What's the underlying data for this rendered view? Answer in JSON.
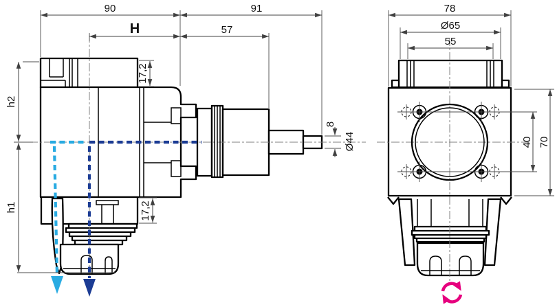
{
  "drawing": {
    "front_view": {
      "dims": {
        "width_body": "90",
        "width_spindle": "91",
        "gauge": "H",
        "spindle_nose_length": "57",
        "flange_height": "17,2",
        "lower_flange_height": "17,2",
        "upper_height": "h2",
        "lower_height": "h1",
        "tip_diameter": "8",
        "nose_diameter": "Ø44"
      }
    },
    "side_view": {
      "dims": {
        "body_width": "78",
        "pilot_diameter": "Ø65",
        "flange_width": "55",
        "hole_spacing": "40",
        "body_height": "70"
      }
    },
    "colors": {
      "coolant_external": "#29abe2",
      "coolant_internal": "#1c3c94",
      "rotation": "#e6007e",
      "outline": "#000000",
      "dimension_line": "#404040"
    }
  }
}
